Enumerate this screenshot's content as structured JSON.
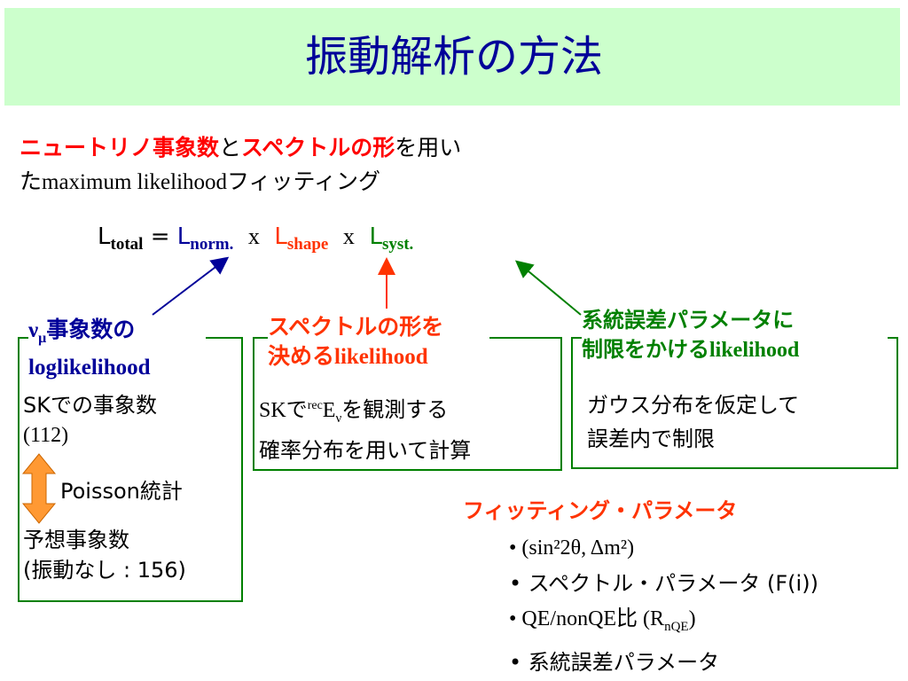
{
  "title": "振動解析の方法",
  "intro": {
    "part1_red": "ニュートリノ事象数",
    "part2": "と",
    "part3_red": "スペクトルの形",
    "part4": "を用い",
    "line2_a": "た",
    "line2_b": "maximum likelihood",
    "line2_c": "フィッティング"
  },
  "formula": {
    "l_total": "L",
    "total_sub": "total",
    "equals": "=",
    "l_norm": "L",
    "norm_sub": "norm.",
    "x1": "x",
    "l_shape": "L",
    "shape_sub": "shape",
    "x2": "x",
    "l_syst": "L",
    "syst_sub": "syst."
  },
  "box_left": {
    "label_nu": "ν",
    "label_mu": "μ",
    "label_jp": "事象数の",
    "label_line2": "loglikelihood",
    "line1": "SKでの事象数",
    "line2": "(112)",
    "poisson": "Poisson統計",
    "line3": "予想事象数",
    "line4": "(振動なし : 156)"
  },
  "box_mid": {
    "label_line1": "スペクトルの形を",
    "label_line2_jp": "決める",
    "label_line2_en": "likelihood",
    "line1_a": "SKで",
    "line1_sup": "rec",
    "line1_e": "E",
    "line1_nu": "ν",
    "line1_b": "を観測する",
    "line2": "確率分布を用いて計算"
  },
  "box_right": {
    "label_line1": "系統誤差パラメータに",
    "label_line2_jp": "制限をかける",
    "label_line2_en": "likelihood",
    "line1": "ガウス分布を仮定して",
    "line2": "誤差内で制限"
  },
  "fit_params": {
    "heading": "フィッティング・パラメータ",
    "items": [
      "• (sin²2θ, Δm²)",
      "• スペクトル・パラメータ (F(i))",
      "• QE/nonQE比 (R",
      "• 系統誤差パラメータ"
    ],
    "item3_sub": "nQE",
    "item3_close": ")"
  },
  "colors": {
    "title_bg": "#ccffcc",
    "title_text": "#000099",
    "red": "#ff0000",
    "orange": "#ff3300",
    "navy": "#000099",
    "green": "#008000",
    "double_arrow": "#ff9933"
  }
}
